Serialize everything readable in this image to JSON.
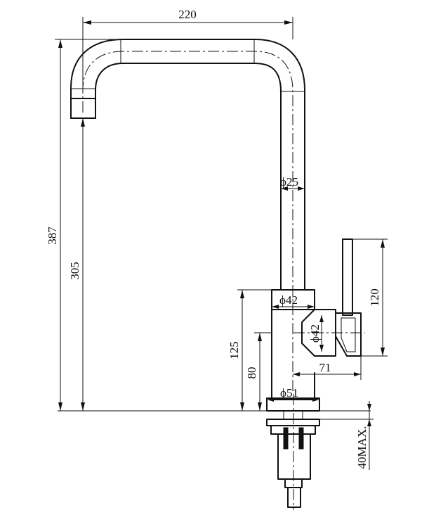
{
  "dimensions": {
    "spout_reach": "220",
    "overall_height": "387",
    "spout_height": "305",
    "spout_diameter": "ϕ25",
    "body_diameter": "ϕ42",
    "handle_hub_diameter": "ϕ42",
    "body_height": "125",
    "handle_height_above_deck": "80",
    "handle_length": "120",
    "handle_projection": "71",
    "base_diameter": "ϕ51",
    "max_deck_thickness": "40MAX."
  }
}
